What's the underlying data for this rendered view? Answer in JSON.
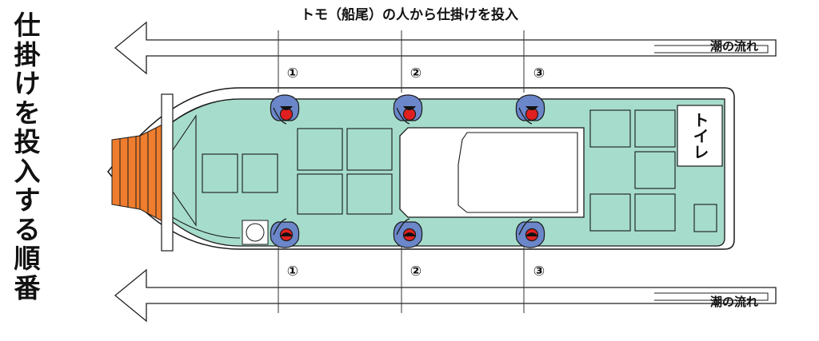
{
  "side_title": "仕掛けを投入する順番",
  "top_caption": "トモ（船尾）の人から仕掛けを投入",
  "current_label_top": "潮の流れ",
  "current_label_bottom": "潮の流れ",
  "toilet_label": "トイレ",
  "positions_top": [
    "①",
    "②",
    "③"
  ],
  "positions_bottom": [
    "①",
    "②",
    "③"
  ],
  "colors": {
    "deck": "#a6dccc",
    "hull_outline": "#1a1a1a",
    "ramp": "#ef7d2d",
    "person_body": "#6b86c9",
    "person_head": "#e02020",
    "arrow_fill": "#ffffff"
  }
}
